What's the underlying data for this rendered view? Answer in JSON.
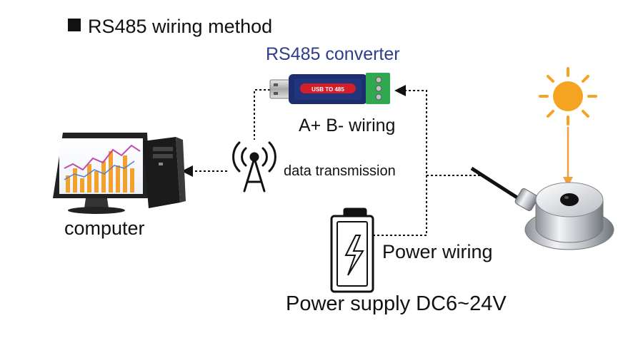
{
  "title": "RS485 wiring method",
  "converter": {
    "label": "RS485 converter",
    "device_text": "USB TO 485"
  },
  "wiring_label": "A+ B- wiring",
  "data_transmission_label": "data transmission",
  "computer_label": "computer",
  "power_wiring_label": "Power wiring",
  "power_supply_label": "Power supply DC6~24V",
  "colors": {
    "converter_label": "#2c3e8c",
    "sun": "#f4a421",
    "arrow": "#f0a040",
    "converter_red": "#d41f2a",
    "terminal_green": "#2fa84f",
    "chart_bars": "#f0a12e",
    "chart_line": "#c04bb0"
  }
}
